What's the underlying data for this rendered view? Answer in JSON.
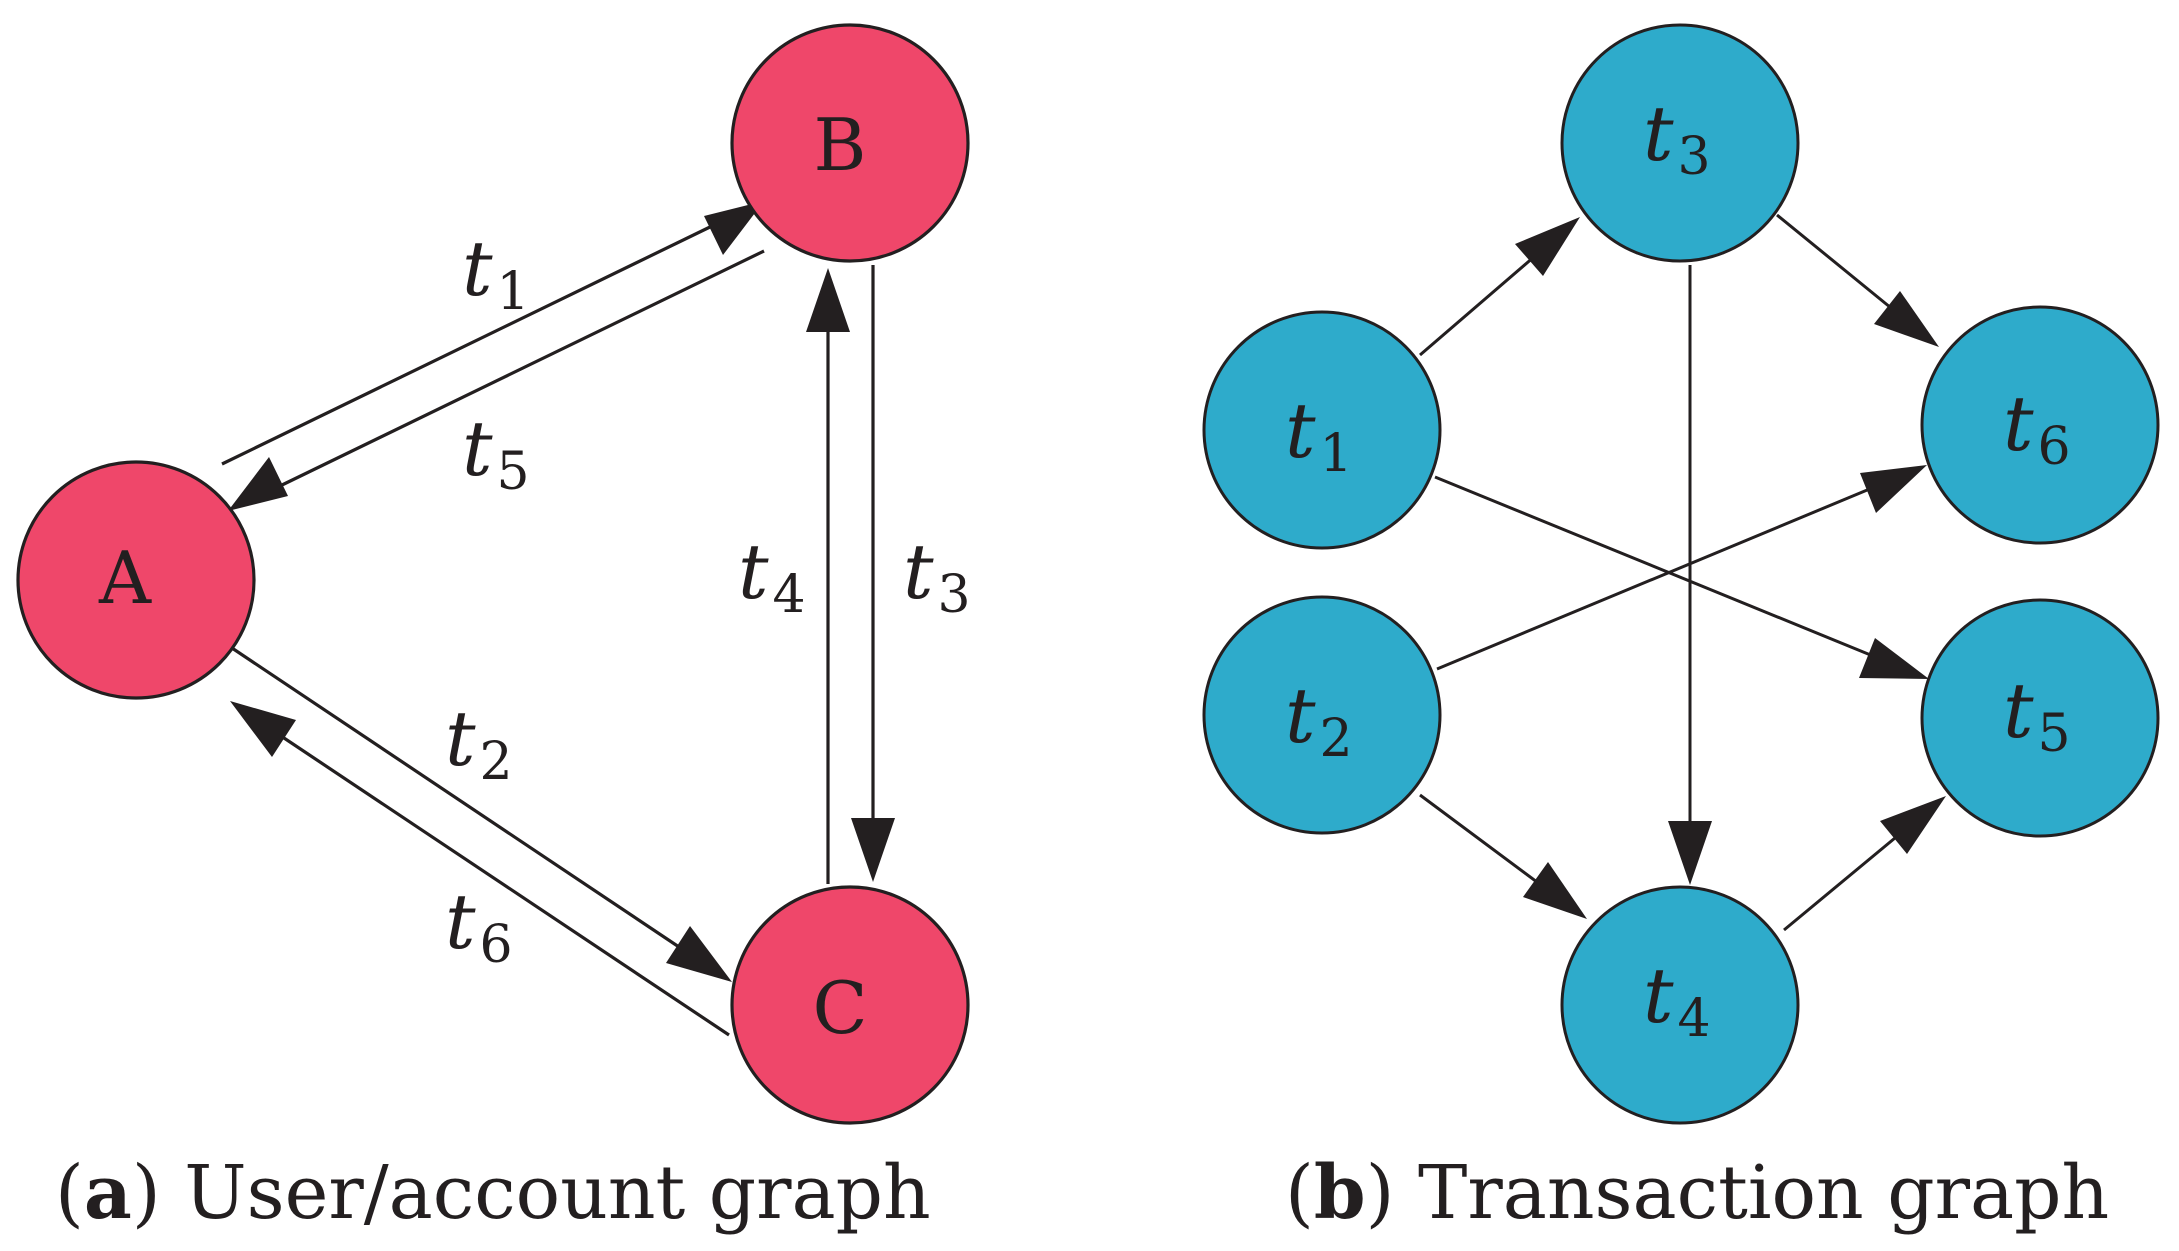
{
  "colors": {
    "account_node_fill": "#ef476a",
    "transaction_node_fill": "#2eabcb",
    "stroke": "#231f20",
    "background": "#ffffff"
  },
  "panel_a": {
    "caption_letter": "a",
    "caption_text": "User/account graph",
    "nodes": [
      {
        "id": "A",
        "label": "A"
      },
      {
        "id": "B",
        "label": "B"
      },
      {
        "id": "C",
        "label": "C"
      }
    ],
    "edges": [
      {
        "from": "A",
        "to": "B",
        "symbol": "t",
        "subscript": "1"
      },
      {
        "from": "A",
        "to": "C",
        "symbol": "t",
        "subscript": "2"
      },
      {
        "from": "B",
        "to": "C",
        "symbol": "t",
        "subscript": "3"
      },
      {
        "from": "C",
        "to": "B",
        "symbol": "t",
        "subscript": "4"
      },
      {
        "from": "B",
        "to": "A",
        "symbol": "t",
        "subscript": "5"
      },
      {
        "from": "C",
        "to": "A",
        "symbol": "t",
        "subscript": "6"
      }
    ]
  },
  "panel_b": {
    "caption_letter": "b",
    "caption_text": "Transaction graph",
    "nodes": [
      {
        "id": "t1",
        "symbol": "t",
        "subscript": "1"
      },
      {
        "id": "t2",
        "symbol": "t",
        "subscript": "2"
      },
      {
        "id": "t3",
        "symbol": "t",
        "subscript": "3"
      },
      {
        "id": "t4",
        "symbol": "t",
        "subscript": "4"
      },
      {
        "id": "t5",
        "symbol": "t",
        "subscript": "5"
      },
      {
        "id": "t6",
        "symbol": "t",
        "subscript": "6"
      }
    ],
    "edges": [
      {
        "from": "t1",
        "to": "t3"
      },
      {
        "from": "t1",
        "to": "t5"
      },
      {
        "from": "t2",
        "to": "t4"
      },
      {
        "from": "t2",
        "to": "t6"
      },
      {
        "from": "t3",
        "to": "t4"
      },
      {
        "from": "t3",
        "to": "t6"
      },
      {
        "from": "t4",
        "to": "t5"
      }
    ]
  }
}
